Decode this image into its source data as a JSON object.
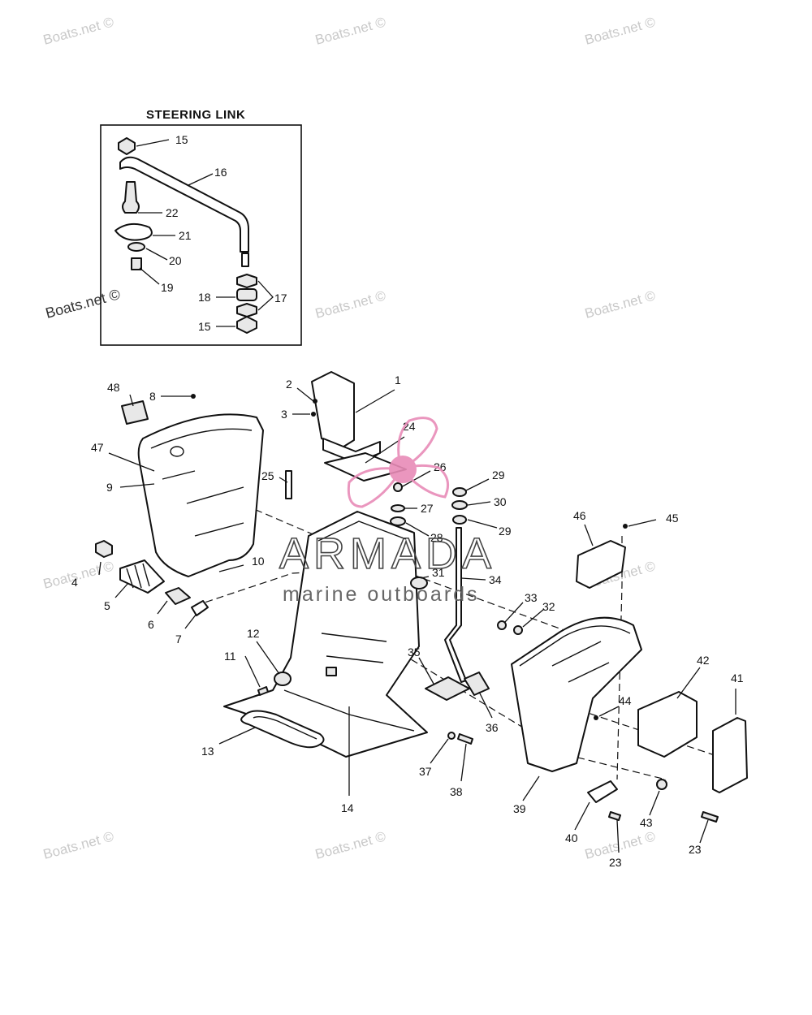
{
  "inset_title": "STEERING LINK",
  "watermarks": [
    {
      "text": "Boats.net ©",
      "style": "light"
    },
    {
      "text": "Boats.net ©",
      "style": "light"
    },
    {
      "text": "Boats.net ©",
      "style": "light"
    },
    {
      "text": "Boats.net ©",
      "style": "dark"
    },
    {
      "text": "Boats.net ©",
      "style": "light"
    },
    {
      "text": "Boats.net ©",
      "style": "light"
    },
    {
      "text": "Boats.net ©",
      "style": "light"
    },
    {
      "text": "Boats.net ©",
      "style": "light"
    },
    {
      "text": "Boats.net ©",
      "style": "light"
    },
    {
      "text": "Boats.net ©",
      "style": "light"
    },
    {
      "text": "Boats.net ©",
      "style": "light"
    }
  ],
  "logo": {
    "name": "ARMADA",
    "tagline": "marine outboards",
    "color": "#e88bb7"
  },
  "callouts": [
    {
      "id": "inset-15-top",
      "text": "15"
    },
    {
      "id": "inset-16",
      "text": "16"
    },
    {
      "id": "inset-22",
      "text": "22"
    },
    {
      "id": "inset-21",
      "text": "21"
    },
    {
      "id": "inset-20",
      "text": "20"
    },
    {
      "id": "inset-19",
      "text": "19"
    },
    {
      "id": "inset-18",
      "text": "18"
    },
    {
      "id": "inset-17",
      "text": "17"
    },
    {
      "id": "inset-15-bottom",
      "text": "15"
    },
    {
      "id": "1",
      "text": "1"
    },
    {
      "id": "2",
      "text": "2"
    },
    {
      "id": "3",
      "text": "3"
    },
    {
      "id": "4",
      "text": "4"
    },
    {
      "id": "5",
      "text": "5"
    },
    {
      "id": "6",
      "text": "6"
    },
    {
      "id": "7",
      "text": "7"
    },
    {
      "id": "8",
      "text": "8"
    },
    {
      "id": "9",
      "text": "9"
    },
    {
      "id": "10",
      "text": "10"
    },
    {
      "id": "11",
      "text": "11"
    },
    {
      "id": "12",
      "text": "12"
    },
    {
      "id": "13",
      "text": "13"
    },
    {
      "id": "14",
      "text": "14"
    },
    {
      "id": "23a",
      "text": "23"
    },
    {
      "id": "23b",
      "text": "23"
    },
    {
      "id": "24",
      "text": "24"
    },
    {
      "id": "25",
      "text": "25"
    },
    {
      "id": "26",
      "text": "26"
    },
    {
      "id": "27",
      "text": "27"
    },
    {
      "id": "28",
      "text": "28"
    },
    {
      "id": "29a",
      "text": "29"
    },
    {
      "id": "30",
      "text": "30"
    },
    {
      "id": "29b",
      "text": "29"
    },
    {
      "id": "31",
      "text": "31"
    },
    {
      "id": "32",
      "text": "32"
    },
    {
      "id": "33",
      "text": "33"
    },
    {
      "id": "34",
      "text": "34"
    },
    {
      "id": "35",
      "text": "35"
    },
    {
      "id": "36",
      "text": "36"
    },
    {
      "id": "37",
      "text": "37"
    },
    {
      "id": "38",
      "text": "38"
    },
    {
      "id": "39",
      "text": "39"
    },
    {
      "id": "40",
      "text": "40"
    },
    {
      "id": "41",
      "text": "41"
    },
    {
      "id": "42",
      "text": "42"
    },
    {
      "id": "43",
      "text": "43"
    },
    {
      "id": "44",
      "text": "44"
    },
    {
      "id": "45",
      "text": "45"
    },
    {
      "id": "46",
      "text": "46"
    },
    {
      "id": "47",
      "text": "47"
    },
    {
      "id": "48",
      "text": "48"
    }
  ]
}
